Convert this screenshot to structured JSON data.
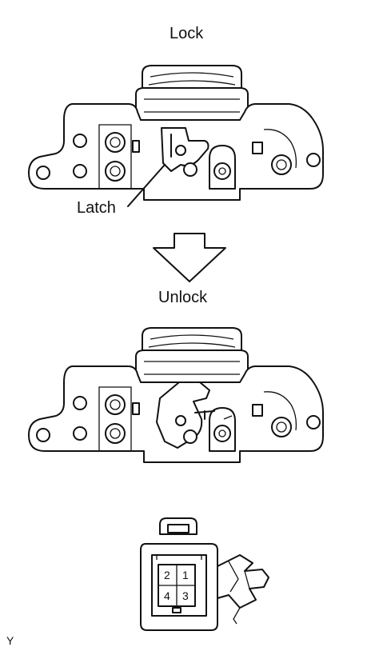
{
  "labels": {
    "lock": "Lock",
    "latch": "Latch",
    "unlock": "Unlock",
    "code": "Y"
  },
  "connector": {
    "pins": [
      "2",
      "1",
      "4",
      "3"
    ]
  }
}
